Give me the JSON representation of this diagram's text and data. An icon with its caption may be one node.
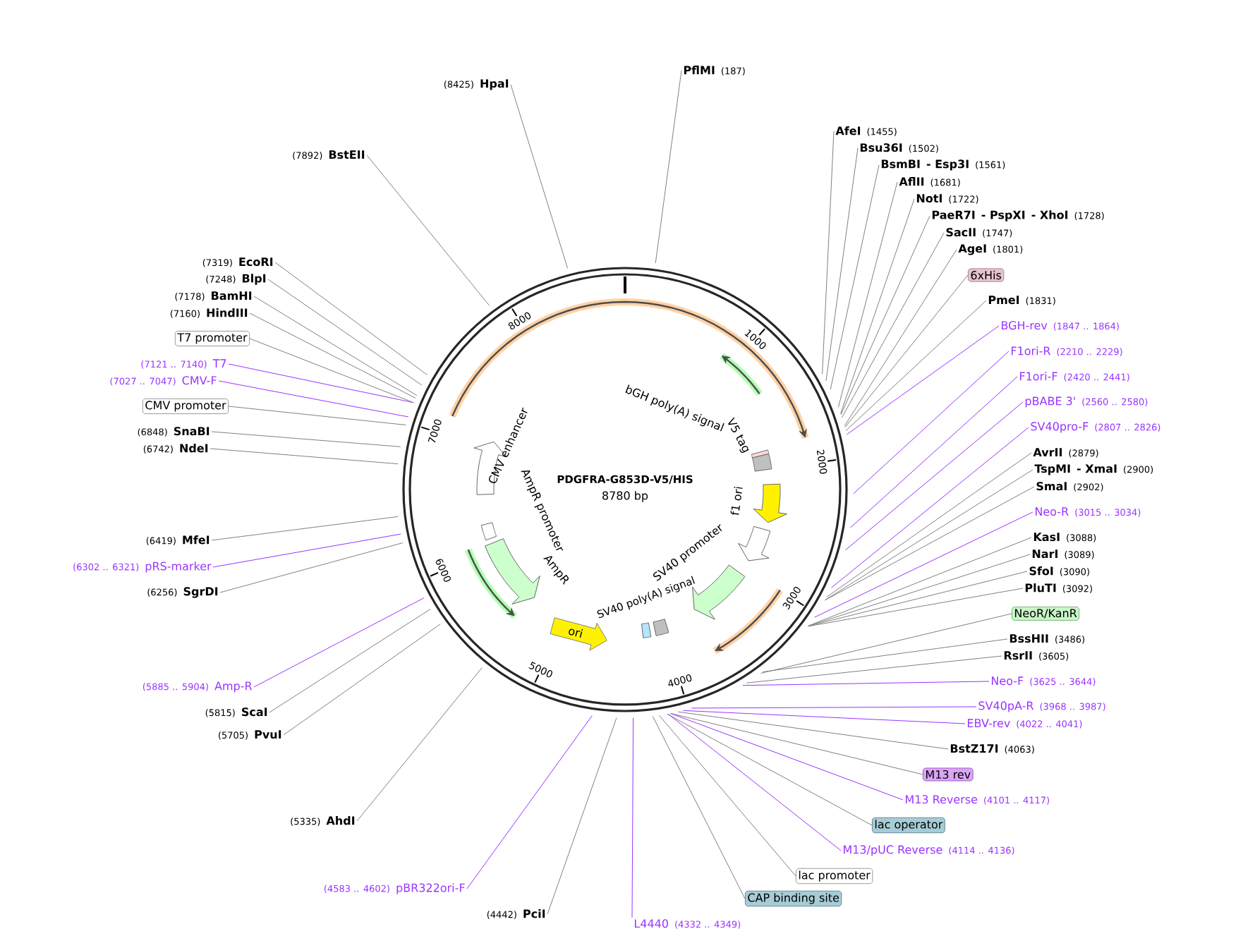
{
  "diagram": {
    "nodes": [
      {
        "text": [
          "PflMI",
          "(187)"
        ]
      },
      {
        "text": [
          "AfeI",
          "(1455)"
        ]
      },
      {
        "text": [
          "Bsu36I",
          "(1502)"
        ]
      },
      {
        "text": [
          "BsmBI",
          "- Esp3I",
          "(1561)"
        ]
      },
      {
        "text": [
          "AflII",
          "(1681)"
        ]
      },
      {
        "text": [
          "NotI",
          "(1722)"
        ]
      },
      {
        "text": [
          "PaeR7I",
          "- PspXI",
          "- XhoI",
          "(1728)"
        ]
      },
      {
        "text": [
          "SacII",
          "(1747)"
        ]
      },
      {
        "text": [
          "AgeI",
          "(1801)"
        ]
      },
      {
        "text": [
          "6xHis"
        ]
      },
      {
        "text": [
          "PmeI",
          "(1831)"
        ]
      },
      {
        "text": [
          "BGH-rev",
          "(1847 .. 1864)"
        ]
      },
      {
        "text": [
          "F1ori-R",
          "(2210 .. 2229)"
        ]
      },
      {
        "text": [
          "F1ori-F",
          "(2420 .. 2441)"
        ]
      },
      {
        "text": [
          "pBABE 3'",
          "(2560 .. 2580)"
        ]
      },
      {
        "text": [
          "SV40pro-F",
          "(2807 .. 2826)"
        ]
      },
      {
        "text": [
          "AvrII",
          "(2879)"
        ]
      },
      {
        "text": [
          "TspMI",
          "- XmaI",
          "(2900)"
        ]
      },
      {
        "text": [
          "SmaI",
          "(2902)"
        ]
      },
      {
        "text": [
          "Neo-R",
          "(3015 .. 3034)"
        ]
      },
      {
        "text": [
          "KasI",
          "(3088)"
        ]
      },
      {
        "text": [
          "NarI",
          "(3089)"
        ]
      },
      {
        "text": [
          "SfoI",
          "(3090)"
        ]
      },
      {
        "text": [
          "PluTI",
          "(3092)"
        ]
      },
      {
        "text": [
          "NeoR/KanR"
        ]
      },
      {
        "text": [
          "BssHII",
          "(3486)"
        ]
      },
      {
        "text": [
          "RsrII",
          "(3605)"
        ]
      },
      {
        "text": [
          "Neo-F",
          "(3625 .. 3644)"
        ]
      },
      {
        "text": [
          "SV40pA-R",
          "(3968 .. 3987)"
        ]
      },
      {
        "text": [
          "EBV-rev",
          "(4022 .. 4041)"
        ]
      },
      {
        "text": [
          "BstZ17I",
          "(4063)"
        ]
      },
      {
        "text": [
          "M13 rev"
        ]
      },
      {
        "text": [
          "M13 Reverse",
          "(4101 .. 4117)"
        ]
      },
      {
        "text": [
          "lac operator"
        ]
      },
      {
        "text": [
          "M13/pUC Reverse",
          "(4114 .. 4136)"
        ]
      },
      {
        "text": [
          "lac promoter"
        ]
      },
      {
        "text": [
          "CAP binding site"
        ]
      },
      {
        "text": [
          "L4440",
          "(4332 .. 4349)"
        ]
      },
      {
        "text": [
          "(4442)",
          "PciI"
        ]
      },
      {
        "text": [
          "(4583 .. 4602)",
          "pBR322ori-F"
        ]
      },
      {
        "text": [
          "(5335)",
          "AhdI"
        ]
      },
      {
        "text": [
          "(5705)",
          "PvuI"
        ]
      },
      {
        "text": [
          "(5815)",
          "ScaI"
        ]
      },
      {
        "text": [
          "(5885 .. 5904)",
          "Amp-R"
        ]
      },
      {
        "text": [
          "(6256)",
          "SgrDI"
        ]
      },
      {
        "text": [
          "(6302 .. 6321)",
          "pRS-marker"
        ]
      },
      {
        "text": [
          "(6419)",
          "MfeI"
        ]
      },
      {
        "text": [
          "(6742)",
          "NdeI"
        ]
      },
      {
        "text": [
          "(6848)",
          "SnaBI"
        ]
      },
      {
        "text": [
          "CMV promoter"
        ]
      },
      {
        "text": [
          "(7027 .. 7047)",
          "CMV-F"
        ]
      },
      {
        "text": [
          "(7121 .. 7140)",
          "T7"
        ]
      },
      {
        "text": [
          "T7 promoter"
        ]
      },
      {
        "text": [
          "(7160)",
          "HindIII"
        ]
      },
      {
        "text": [
          "(7178)",
          "BamHI"
        ]
      },
      {
        "text": [
          "(7248)",
          "BlpI"
        ]
      },
      {
        "text": [
          "(7319)",
          "EcoRI"
        ]
      },
      {
        "text": [
          "(7892)",
          "BstEII"
        ]
      },
      {
        "text": [
          "(8425)",
          "HpaI"
        ]
      },
      {
        "text": [
          "ori"
        ]
      }
    ],
    "edges": [
      {
        "from": 0,
        "to": null,
        "arrow": "none"
      },
      {
        "from": 1,
        "to": null,
        "arrow": "none"
      },
      {
        "from": 2,
        "to": null,
        "arrow": "none"
      },
      {
        "from": 3,
        "to": null,
        "arrow": "none"
      },
      {
        "from": 4,
        "to": null,
        "arrow": "none"
      },
      {
        "from": 5,
        "to": null,
        "arrow": "none"
      },
      {
        "from": 6,
        "to": null,
        "arrow": "none"
      },
      {
        "from": 7,
        "to": null,
        "arrow": "none"
      },
      {
        "from": 8,
        "to": null,
        "arrow": "none"
      },
      {
        "from": 9,
        "to": null,
        "arrow": "none"
      },
      {
        "from": 10,
        "to": null,
        "arrow": "none"
      },
      {
        "from": 11,
        "to": null,
        "arrow": "none",
        "color": "#9933ff"
      },
      {
        "from": 12,
        "to": null,
        "arrow": "none",
        "color": "#9933ff"
      },
      {
        "from": 13,
        "to": null,
        "arrow": "none",
        "color": "#9933ff"
      },
      {
        "from": 14,
        "to": null,
        "arrow": "none",
        "color": "#9933ff"
      },
      {
        "from": 15,
        "to": null,
        "arrow": "none",
        "color": "#9933ff"
      },
      {
        "from": 16,
        "to": null,
        "arrow": "none"
      },
      {
        "from": 17,
        "to": null,
        "arrow": "none"
      },
      {
        "from": 18,
        "to": null,
        "arrow": "none"
      },
      {
        "from": 19,
        "to": null,
        "arrow": "none",
        "color": "#9933ff"
      },
      {
        "from": 20,
        "to": null,
        "arrow": "none"
      },
      {
        "from": 21,
        "to": null,
        "arrow": "none"
      },
      {
        "from": 22,
        "to": null,
        "arrow": "none"
      },
      {
        "from": 23,
        "to": null,
        "arrow": "none"
      },
      {
        "from": 24,
        "to": null,
        "arrow": "none"
      },
      {
        "from": 25,
        "to": null,
        "arrow": "none"
      },
      {
        "from": 26,
        "to": null,
        "arrow": "none"
      },
      {
        "from": 27,
        "to": null,
        "arrow": "none",
        "color": "#9933ff"
      },
      {
        "from": 28,
        "to": null,
        "arrow": "none",
        "color": "#9933ff"
      },
      {
        "from": 29,
        "to": null,
        "arrow": "none",
        "color": "#9933ff"
      },
      {
        "from": 30,
        "to": null,
        "arrow": "none"
      },
      {
        "from": 31,
        "to": null,
        "arrow": "none"
      },
      {
        "from": 32,
        "to": null,
        "arrow": "none",
        "color": "#9933ff"
      },
      {
        "from": 33,
        "to": null,
        "arrow": "none"
      },
      {
        "from": 34,
        "to": null,
        "arrow": "none",
        "color": "#9933ff"
      },
      {
        "from": 35,
        "to": null,
        "arrow": "none"
      },
      {
        "from": 36,
        "to": null,
        "arrow": "none"
      },
      {
        "from": 37,
        "to": null,
        "arrow": "none",
        "color": "#9933ff"
      },
      {
        "from": 38,
        "to": null,
        "arrow": "none"
      },
      {
        "from": 39,
        "to": null,
        "arrow": "none",
        "color": "#9933ff"
      },
      {
        "from": 40,
        "to": null,
        "arrow": "none"
      },
      {
        "from": 41,
        "to": null,
        "arrow": "none"
      },
      {
        "from": 42,
        "to": null,
        "arrow": "none"
      },
      {
        "from": 43,
        "to": null,
        "arrow": "none",
        "color": "#9933ff"
      },
      {
        "from": 44,
        "to": null,
        "arrow": "none"
      },
      {
        "from": 45,
        "to": null,
        "arrow": "none",
        "color": "#9933ff"
      },
      {
        "from": 46,
        "to": null,
        "arrow": "none"
      },
      {
        "from": 47,
        "to": null,
        "arrow": "none"
      },
      {
        "from": 48,
        "to": null,
        "arrow": "none"
      },
      {
        "from": 49,
        "to": null,
        "arrow": "none"
      },
      {
        "from": 50,
        "to": null,
        "arrow": "none",
        "color": "#9933ff"
      },
      {
        "from": 51,
        "to": null,
        "arrow": "none",
        "color": "#9933ff"
      },
      {
        "from": 52,
        "to": null,
        "arrow": "none"
      },
      {
        "from": 53,
        "to": null,
        "arrow": "none"
      },
      {
        "from": 54,
        "to": null,
        "arrow": "none"
      },
      {
        "from": 55,
        "to": null,
        "arrow": "none"
      },
      {
        "from": 56,
        "to": null,
        "arrow": "none"
      },
      {
        "from": 57,
        "to": null,
        "arrow": "none"
      },
      {
        "from": 58,
        "to": null,
        "arrow": "none"
      }
    ],
    "labels": [
      "PDGFRA-G853D-V5/HIS",
      "8780 bp",
      "1000",
      "2000",
      "3000",
      "4000",
      "5000",
      "6000",
      "7000",
      "8000",
      "bGH poly(A) signal",
      "V5 tag",
      "f1 ori",
      "SV40 promoter",
      "SV40 poly(A) signal",
      "AmpR",
      "AmpR promoter",
      "CMV enhancer"
    ]
  }
}
